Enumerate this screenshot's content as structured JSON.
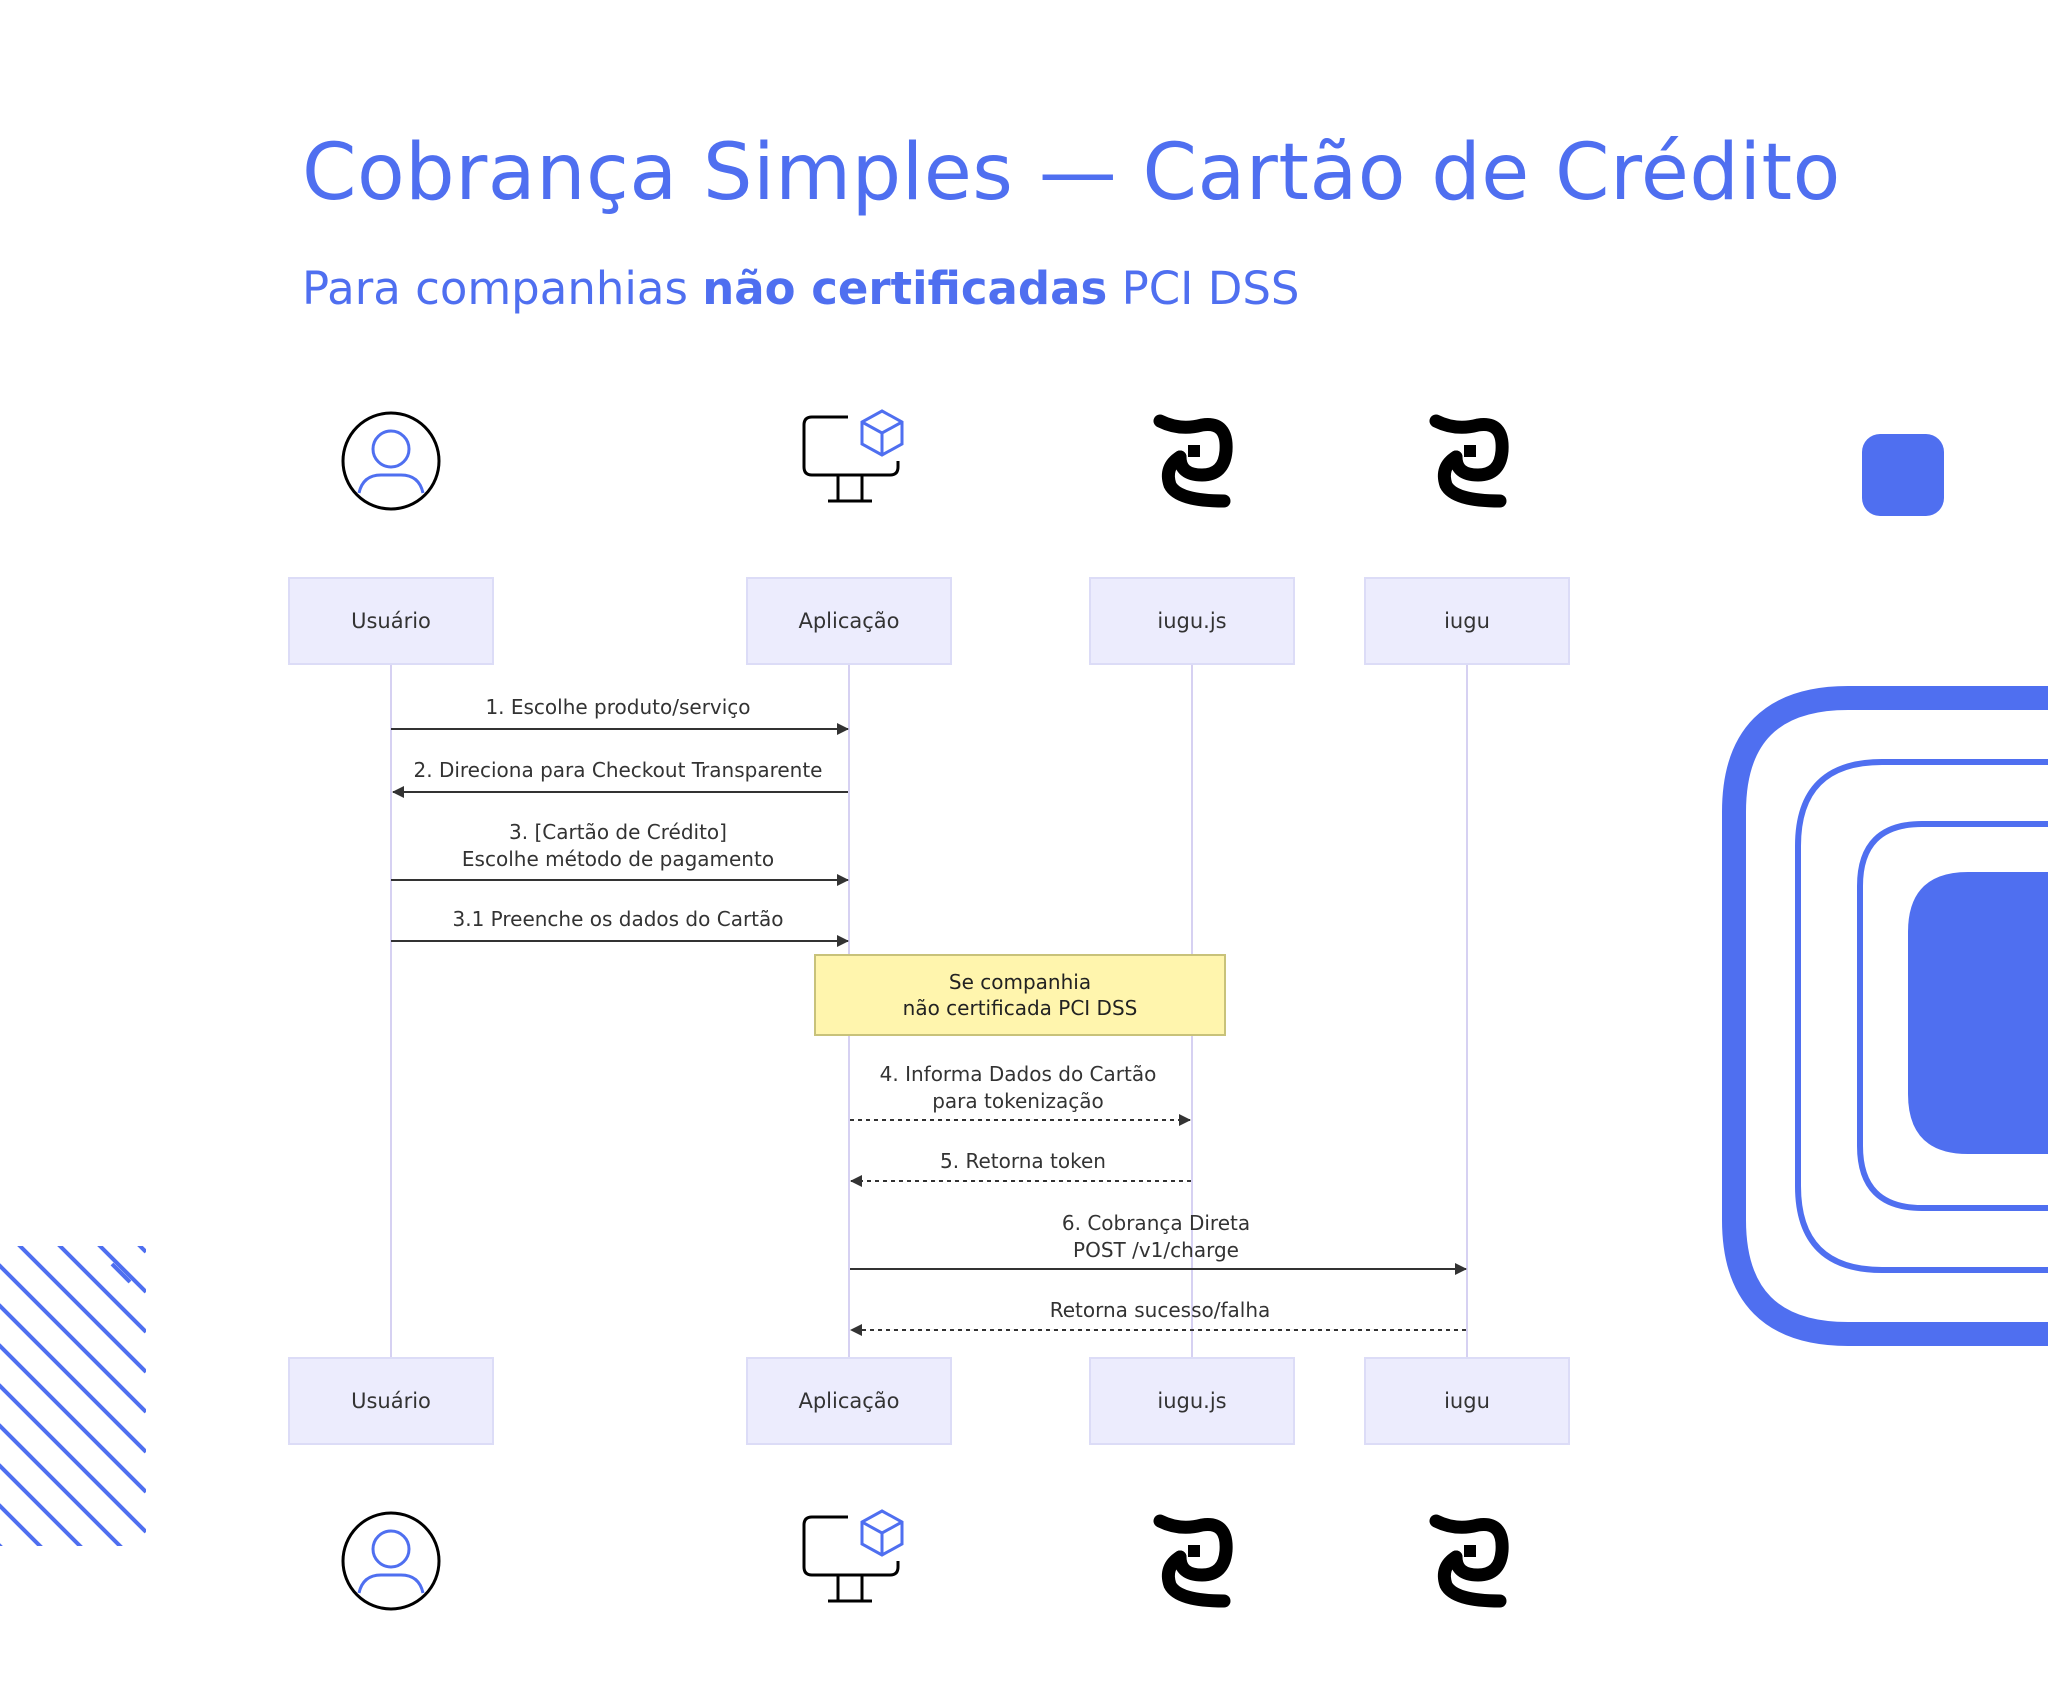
{
  "header": {
    "title": "Cobrança Simples — Cartão de Crédito",
    "subtitle_pre": "Para companhias ",
    "subtitle_bold": "não certificadas",
    "subtitle_post": " PCI DSS"
  },
  "actors": [
    {
      "label": "Usuário",
      "icon": "user-icon"
    },
    {
      "label": "Aplicação",
      "icon": "monitor-cube-icon"
    },
    {
      "label": "iugu.js",
      "icon": "iugu-logo-icon"
    },
    {
      "label": "iugu",
      "icon": "iugu-logo-icon"
    }
  ],
  "messages": [
    {
      "lines": [
        "1. Escolhe produto/serviço"
      ],
      "from": "Usuário",
      "to": "Aplicação",
      "style": "solid"
    },
    {
      "lines": [
        "2. Direciona para Checkout Transparente"
      ],
      "from": "Aplicação",
      "to": "Usuário",
      "style": "solid"
    },
    {
      "lines": [
        "3. [Cartão de Crédito]",
        "Escolhe método de pagamento"
      ],
      "from": "Usuário",
      "to": "Aplicação",
      "style": "solid"
    },
    {
      "lines": [
        "3.1 Preenche os dados do Cartão"
      ],
      "from": "Usuário",
      "to": "Aplicação",
      "style": "solid"
    },
    {
      "lines": [
        "4. Informa Dados do Cartão",
        "para tokenização"
      ],
      "from": "Aplicação",
      "to": "iugu.js",
      "style": "dashed"
    },
    {
      "lines": [
        "5. Retorna token"
      ],
      "from": "iugu.js",
      "to": "Aplicação",
      "style": "dashed"
    },
    {
      "lines": [
        "6. Cobrança Direta",
        "POST /v1/charge"
      ],
      "from": "Aplicação",
      "to": "iugu",
      "style": "solid"
    },
    {
      "lines": [
        "Retorna sucesso/falha"
      ],
      "from": "iugu",
      "to": "Aplicação",
      "style": "dashed"
    }
  ],
  "note": {
    "line1": "Se companhia",
    "line2": "não certificada PCI DSS"
  },
  "colors": {
    "accent": "#4f6ff0",
    "actor_bg": "#ececfd",
    "lifeline": "#d6d1f2",
    "note_bg": "#fff5ad",
    "arrow": "#333333"
  }
}
